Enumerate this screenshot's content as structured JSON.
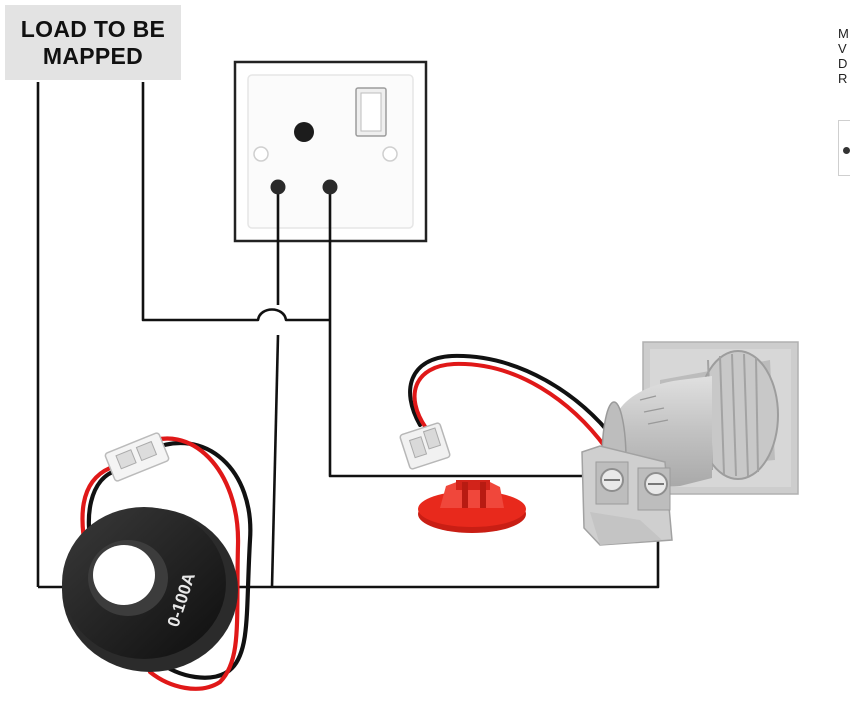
{
  "load_label": {
    "line1": "LOAD TO BE",
    "line2": "MAPPED"
  },
  "ct_marking": "0-100A",
  "side_text": [
    "M",
    "V",
    "D",
    "R"
  ],
  "colors": {
    "wire_black": "#111111",
    "wire_red": "#e01818",
    "meter_body": "#c9c9c9",
    "cap_red": "#e8291c",
    "ct_body": "#1a1a1a",
    "label_bg": "#e3e3e3"
  }
}
